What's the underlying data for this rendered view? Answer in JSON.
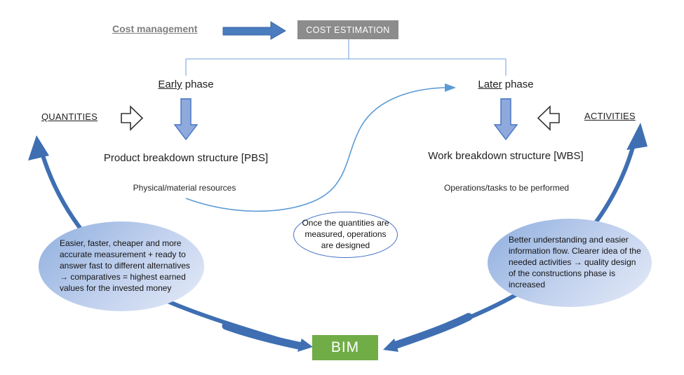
{
  "title": "Cost management / BIM concept diagram",
  "top": {
    "cost_management": "Cost management",
    "cost_estimation": "COST ESTIMATION"
  },
  "left_branch": {
    "phase_underlined": "Early",
    "phase_rest": " phase",
    "side_label": "QUANTITIES",
    "structure": "Product breakdown structure [PBS]",
    "sub_label": "Physical/material resources",
    "bubble_text": "Easier, faster, cheaper and more accurate measurement + ready to answer fast to different alternatives → comparatives = highest earned values for the invested money"
  },
  "right_branch": {
    "phase_underlined": "Later",
    "phase_rest": " phase",
    "side_label": "ACTIVITIES",
    "structure": "Work breakdown structure [WBS]",
    "sub_label": "Operations/tasks to be performed",
    "bubble_text": "Better understanding and easier information flow. Clearer idea of the needed activities → quality design of the constructions phase is increased"
  },
  "center": {
    "bubble_text": "Once the quantities are measured, operations are designed",
    "bim_label": "BIM"
  },
  "icons": [
    "flow-right-arrow-icon",
    "down-arrow-early-icon",
    "down-arrow-later-icon",
    "block-arrow-right-icon",
    "block-arrow-left-icon",
    "s-curve-arrow-icon",
    "curved-arrow-left-icon",
    "curved-arrow-right-icon"
  ],
  "colors": {
    "accent_blue_arrow": "#3f6fb2",
    "solid_arrow_blue": "#4a7cc0",
    "down_arrow_fill": "#8ea9db",
    "down_arrow_stroke": "#4472c4",
    "connector_light_blue": "#8eb4e3",
    "s_curve_blue": "#5b9bd5",
    "estimation_box_gray": "#8c8c8c",
    "gray_text": "#7f7f7f",
    "bim_green": "#70ad47",
    "bubble_gradient_start": "#8fafdf",
    "bubble_gradient_end": "#e4ebf8",
    "center_bubble_border": "#4472c4"
  }
}
